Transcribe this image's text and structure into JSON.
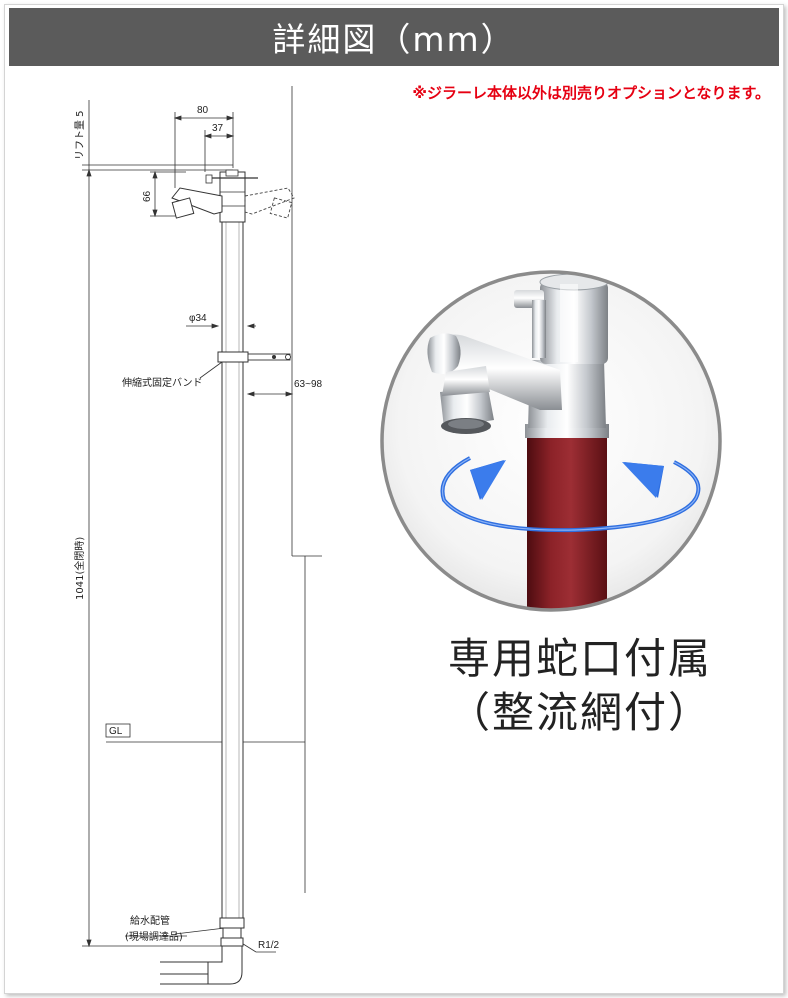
{
  "banner": {
    "title": "詳細図（mm）"
  },
  "note": "※ジラーレ本体以外は別売りオプションとなります。",
  "dimensions": {
    "lift": "リフト量 5",
    "width_80": "80",
    "width_37": "37",
    "height_66": "66",
    "diameter": "φ34",
    "band": "伸縮式固定バンド",
    "range": "63~98",
    "total_height": "1041(全閉時)",
    "gl": "GL",
    "supply_pipe": "給水配管",
    "supply_pipe_note": "(現場調達品)",
    "thread": "R1/2"
  },
  "callout": {
    "line1": "専用蛇口付属",
    "line2": "（整流網付）"
  },
  "colors": {
    "banner": "#5b5b5b",
    "note": "#e60012",
    "pipe": "#7a1a1e",
    "arrow": "#2f6fe0"
  }
}
